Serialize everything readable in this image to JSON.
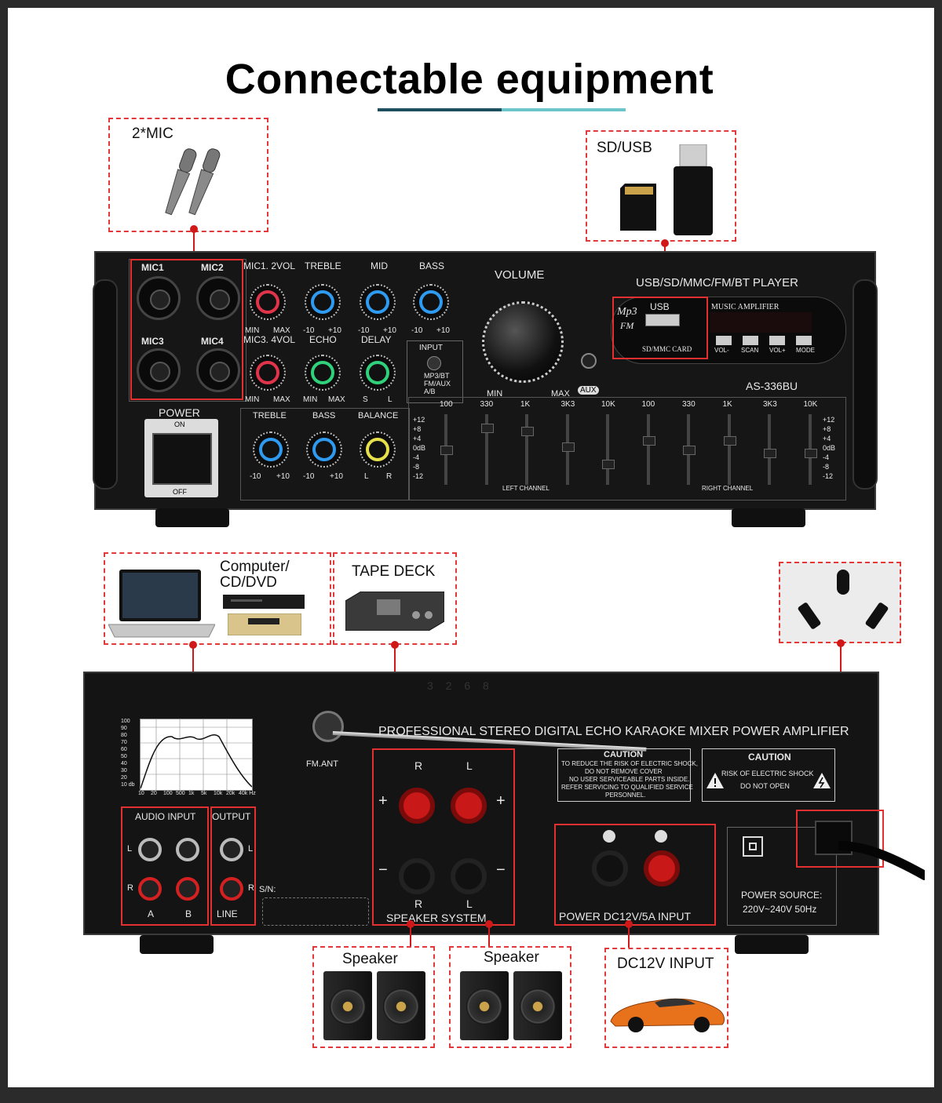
{
  "title": "Connectable equipment",
  "labels": {
    "mic": "2*MIC",
    "sdusb": "SD/USB",
    "computer_line1": "Computer/",
    "computer_line2": "CD/DVD",
    "tape": "TAPE DECK",
    "speaker1": "Speaker",
    "speaker2": "Speaker",
    "dc": "DC12V INPUT"
  },
  "front": {
    "mic_labels": [
      "MIC1",
      "MIC2",
      "MIC3",
      "MIC4"
    ],
    "knob_row1_title": "MIC1. 2VOL",
    "treble": "TREBLE",
    "mid": "MID",
    "bass": "BASS",
    "knob_row2_title": "MIC3. 4VOL",
    "echo": "ECHO",
    "delay": "DELAY",
    "min": "MIN",
    "max": "MAX",
    "m10": "-10",
    "p10": "+10",
    "s": "S",
    "l": "L",
    "volume": "VOLUME",
    "player_title": "USB/SD/MMC/FM/BT PLAYER",
    "music_amp": "MUSIC AMPLIFIER",
    "usb": "USB",
    "mp3": "Mp3",
    "fm": "FM",
    "sdmmc": "SD/MMC CARD",
    "buttons": [
      "VOL-",
      "SCAN",
      "VOL+",
      "MODE"
    ],
    "model": "AS-336BU",
    "input": "INPUT",
    "input_opts": [
      "MP3/BT",
      "FM/AUX",
      "A/B"
    ],
    "aux": "AUX",
    "power": "POWER",
    "on": "ON",
    "off": "OFF",
    "balance": "BALANCE",
    "treble2": "TREBLE",
    "bass2": "BASS",
    "rr": "R",
    "eq_freqs": [
      "100",
      "330",
      "1K",
      "3K3",
      "10K",
      "100",
      "330",
      "1K",
      "3K3",
      "10K"
    ],
    "eq_scale": [
      "+12",
      "+8",
      "+4",
      "0dB",
      "-4",
      "-8",
      "-12"
    ],
    "eq_levels": [
      0.5,
      0.15,
      0.2,
      0.45,
      0.72,
      0.35,
      0.5,
      0.35,
      0.55,
      0.55
    ],
    "left_channel": "LEFT CHANNEL",
    "right_channel": "RIGHT CHANNEL"
  },
  "rear": {
    "serial": "3 2 6 8",
    "graph_y": [
      "100",
      "90",
      "80",
      "70",
      "60",
      "50",
      "40",
      "30",
      "20",
      "10 db"
    ],
    "graph_x": [
      "10",
      "20",
      "100",
      "500",
      "1k",
      "5k",
      "10k",
      "20k",
      "40k Hz"
    ],
    "fm_ant": "FM.ANT",
    "brand": "PROFESSIONAL STEREO DIGITAL ECHO KARAOKE MIXER POWER AMPLIFIER",
    "caution1_title": "CAUTION",
    "caution1_text": [
      "TO REDUCE THE RISK OF ELECTRIC SHOCK,",
      "DO NOT REMOVE COVER",
      "NO USER SERVICEABLE PARTS INSIDE.",
      "REFER SERVICING TO QUALIFIED SERVICE",
      "PERSONNEL."
    ],
    "caution2_title": "CAUTION",
    "caution2_line1": "RISK OF ELECTRIC SHOCK",
    "caution2_line2": "DO NOT OPEN",
    "audio_input": "AUDIO INPUT",
    "output": "OUTPUT",
    "line": "LINE",
    "a": "A",
    "b": "B",
    "l": "L",
    "r": "R",
    "sn": "S/N:",
    "speaker_system": "SPEAKER SYSTEM",
    "sp_r": "R",
    "sp_l": "L",
    "plus": "+",
    "minus": "−",
    "dc_input": "POWER DC12V/5A INPUT",
    "power_source1": "POWER SOURCE:",
    "power_source2": "220V~240V  50Hz"
  },
  "colors": {
    "accent_red": "#d01818",
    "dash_red": "#e23a3a",
    "title_bar_dark": "#1d4f5e",
    "title_bar_light": "#6cc6c9"
  }
}
